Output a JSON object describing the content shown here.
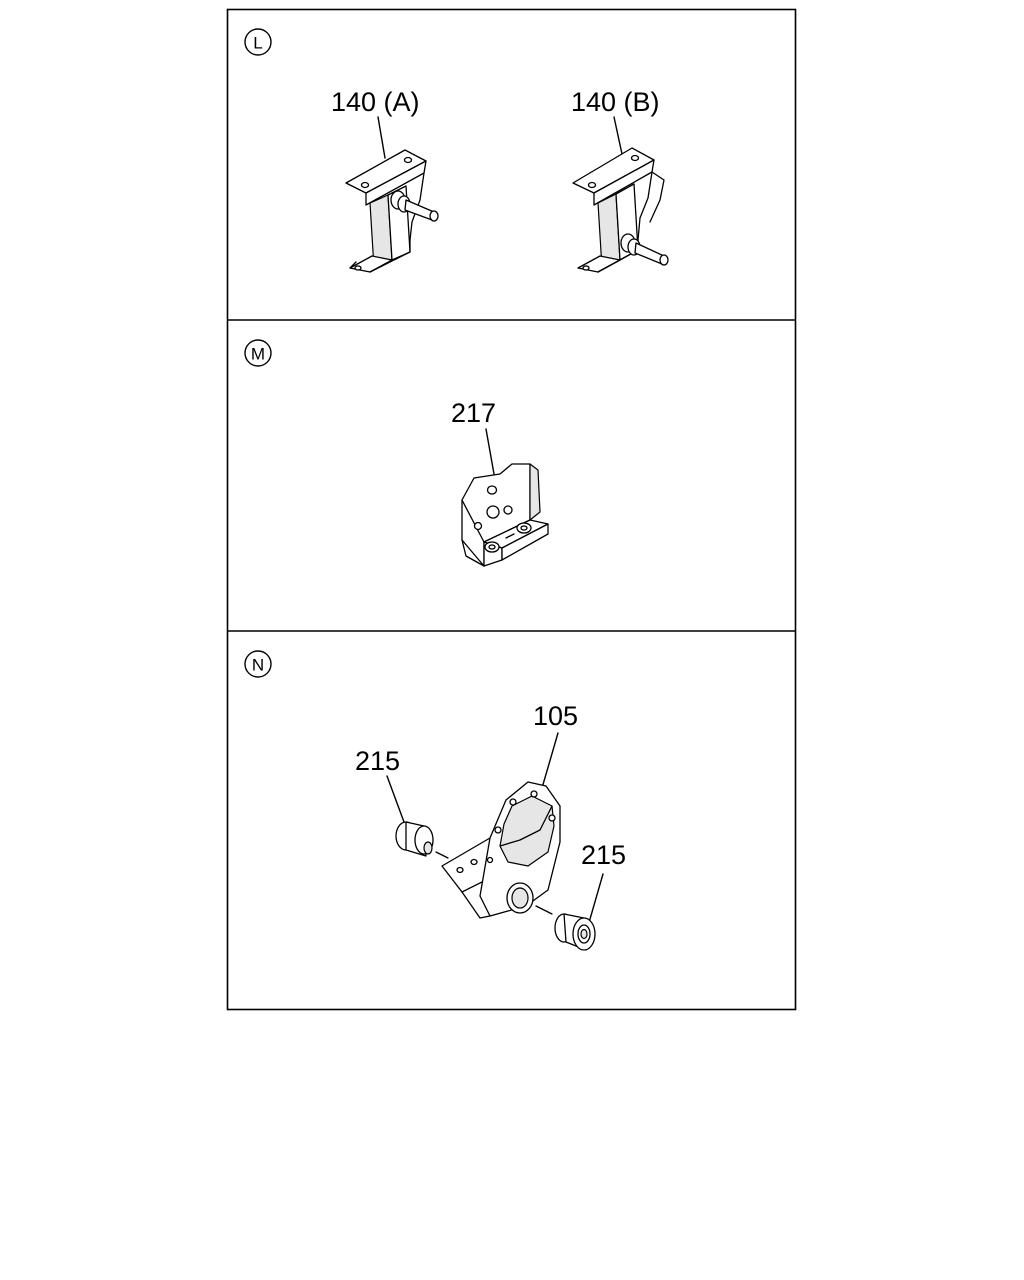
{
  "sections": [
    {
      "marker": "L",
      "callouts": [
        "140 (A)",
        "140 (B)"
      ]
    },
    {
      "marker": "M",
      "callouts": [
        "217"
      ]
    },
    {
      "marker": "N",
      "callouts": [
        "105",
        "215",
        "215"
      ]
    }
  ],
  "icons": {
    "bracket_140a": "engine-mount-bracket-icon",
    "bracket_140b": "engine-mount-bracket-icon",
    "bracket_217": "mounting-bracket-icon",
    "bracket_105": "bushing-bracket-icon",
    "bushing_215": "rubber-bushing-icon"
  }
}
